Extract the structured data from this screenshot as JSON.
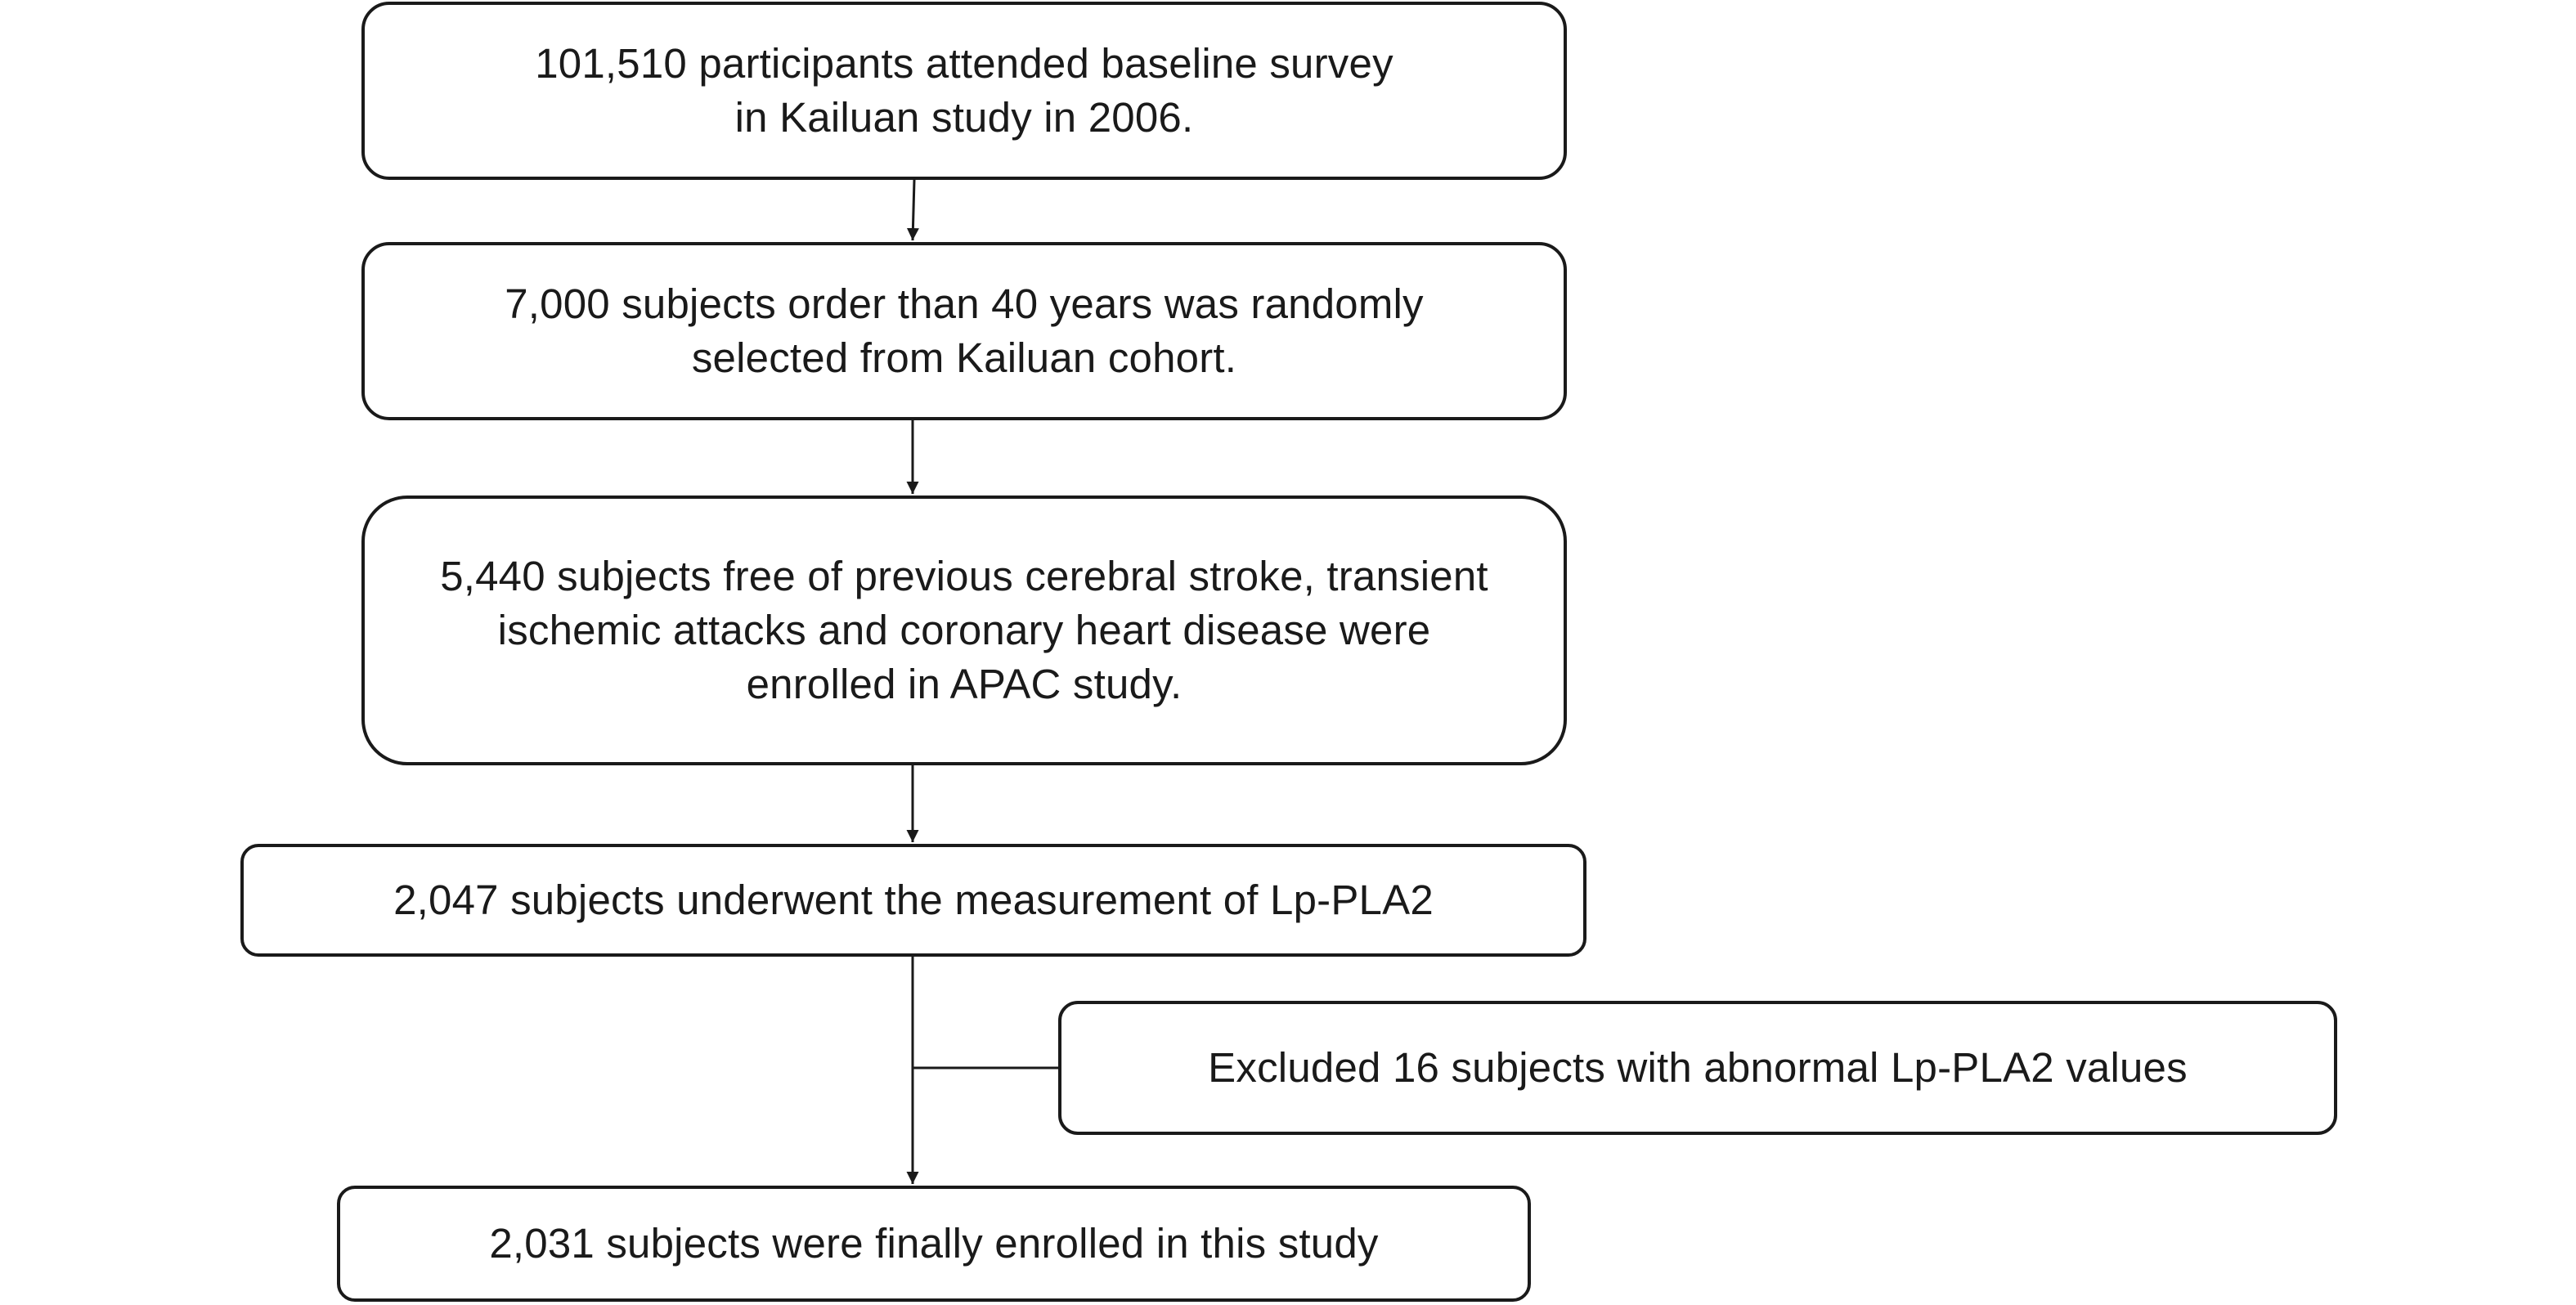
{
  "flowchart": {
    "boxes": [
      {
        "id": "baseline",
        "lines": [
          "101,510 participants attended baseline survey",
          "in Kailuan study in 2006."
        ]
      },
      {
        "id": "random",
        "lines": [
          "7,000 subjects order than 40 years was randomly",
          "selected from Kailuan cohort."
        ]
      },
      {
        "id": "apac",
        "lines": [
          "5,440 subjects free of previous cerebral stroke, transient",
          "ischemic attacks and coronary heart disease were",
          "enrolled in APAC study."
        ]
      },
      {
        "id": "lppla2",
        "lines": [
          "2,047 subjects underwent the measurement of Lp-PLA2"
        ]
      },
      {
        "id": "excluded",
        "lines": [
          "Excluded 16 subjects with abnormal Lp-PLA2 values"
        ]
      },
      {
        "id": "final",
        "lines": [
          "2,031 subjects were finally enrolled in this study"
        ]
      }
    ],
    "colors": {
      "stroke": "#1a1a1a",
      "background": "#ffffff"
    }
  }
}
